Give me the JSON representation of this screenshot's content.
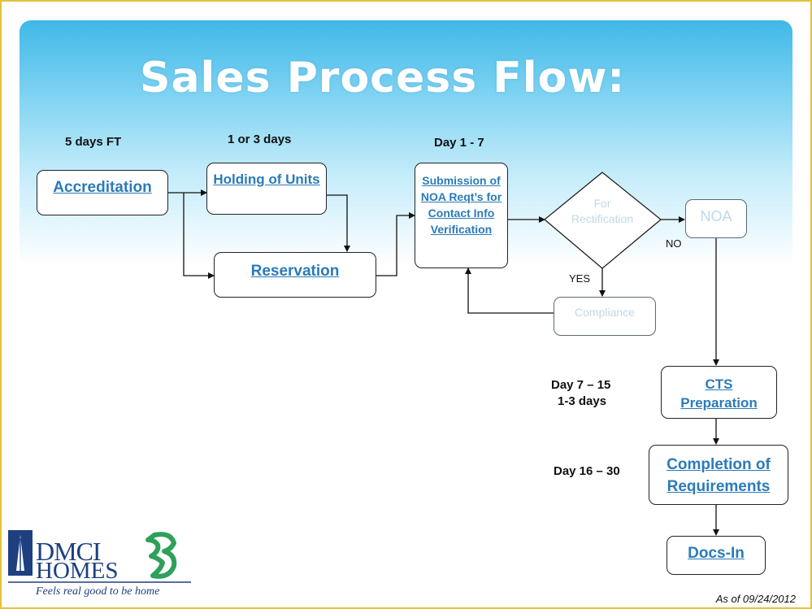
{
  "title": "Sales Process Flow:",
  "durations": {
    "accreditation": "5 days FT",
    "holding": "1 or 3 days",
    "submission": "Day 1 - 7",
    "cts_line1": "Day 7 – 15",
    "cts_line2": "1-3 days",
    "completion": "Day 16 – 30"
  },
  "nodes": {
    "accreditation": "Accreditation",
    "holding": "Holding of Units",
    "reservation": "Reservation",
    "submission_l1": "Submission of",
    "submission_l2": "NOA Reqt’s for",
    "submission_l3": "Contact Info",
    "submission_l4": "Verification",
    "decision_l1": "For",
    "decision_l2": "Rectification",
    "noa": "NOA",
    "compliance": "Compliance",
    "cts_l1": "CTS",
    "cts_l2": "Preparation",
    "completion_l1": "Completion of",
    "completion_l2": "Requirements",
    "docs_in": "Docs-In"
  },
  "branch_labels": {
    "no": "NO",
    "yes": "YES"
  },
  "logo": {
    "line1": "DMCI",
    "line2": "HOMES",
    "tagline": "Feels real good to be home"
  },
  "footer": "As of 09/24/2012",
  "colors": {
    "node_text": "#2a7bb8",
    "banner_top": "#3fb8e8",
    "border": "#e3c23a",
    "logo": "#1e3f80"
  }
}
